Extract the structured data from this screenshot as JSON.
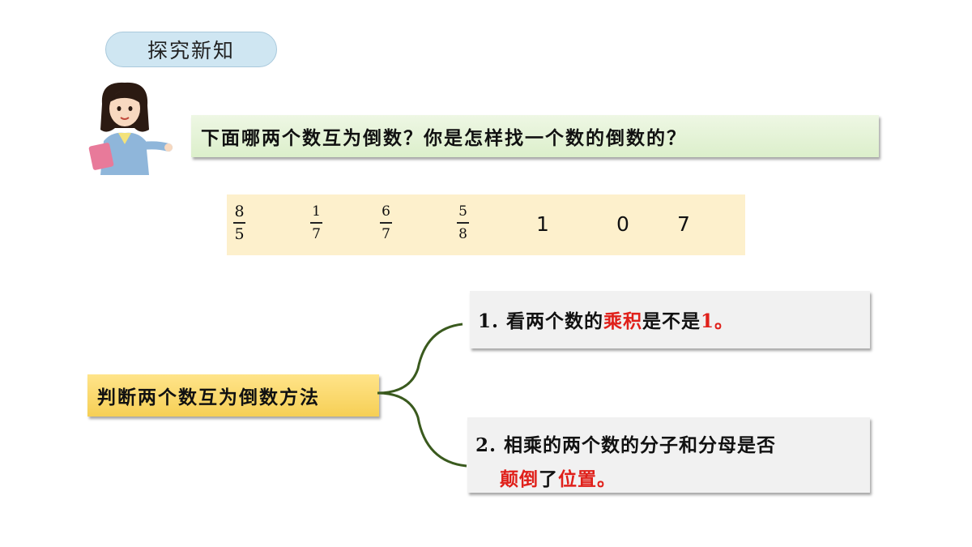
{
  "section_title": "探究新知",
  "question": "下面哪两个数互为倒数？你是怎样找一个数的倒数的？",
  "numbers": {
    "fractions": [
      {
        "numerator": "8",
        "denominator": "5"
      },
      {
        "numerator": "1",
        "denominator": "7"
      },
      {
        "numerator": "6",
        "denominator": "7"
      },
      {
        "numerator": "5",
        "denominator": "8"
      }
    ],
    "integers": [
      "1",
      "0",
      "7"
    ]
  },
  "method_label": "判断两个数互为倒数方法",
  "tip1": {
    "prefix": "1. 看两个数的",
    "red1": "乘积",
    "middle": "是不是",
    "red2": "1。"
  },
  "tip2": {
    "line1": "2. 相乘的两个数的分子和分母是否",
    "red1": "颠倒",
    "middle": "了",
    "red2": "位置。"
  },
  "colors": {
    "pill": "#cfe6f2",
    "question_bg": "#dcefcb",
    "numbers_bg": "#fdf0cc",
    "method_bg": "#f6cf55",
    "brace": "#3a5a1e",
    "highlight": "#e0201a"
  }
}
